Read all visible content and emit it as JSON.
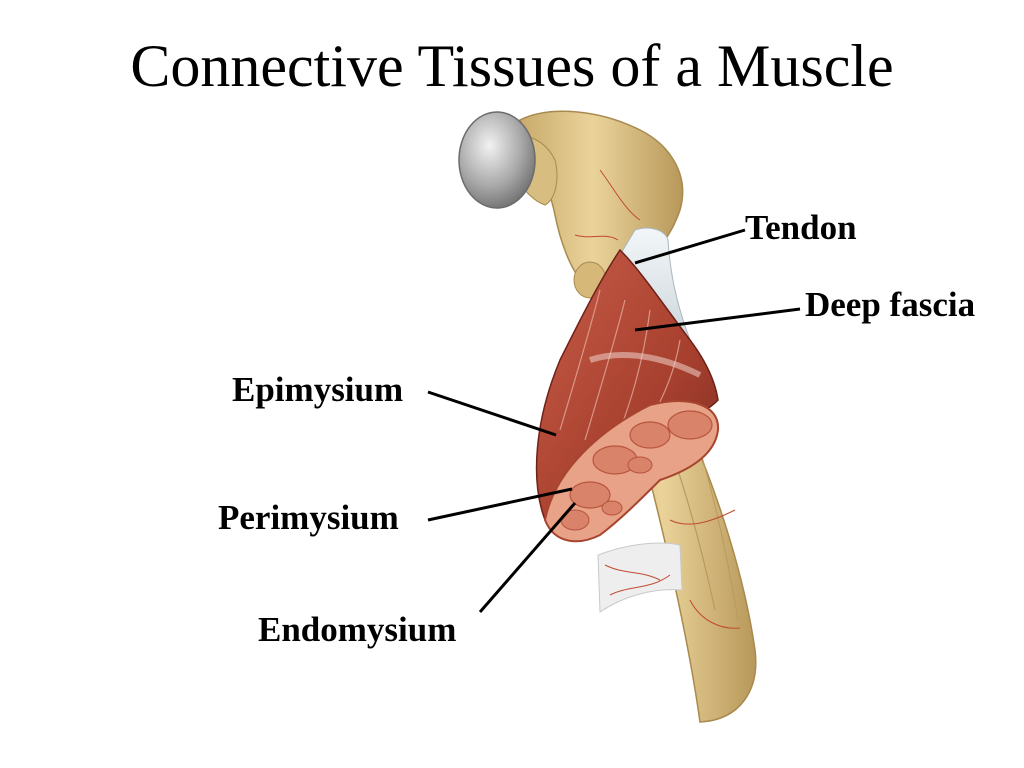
{
  "title": "Connective Tissues of a Muscle",
  "labels": {
    "tendon": "Tendon",
    "deep_fascia": "Deep fascia",
    "epimysium": "Epimysium",
    "perimysium": "Perimysium",
    "endomysium": "Endomysium"
  },
  "colors": {
    "bone": "#e2c98a",
    "bone_shadow": "#b89a5a",
    "joint_cartilage": "#9a9a9a",
    "tendon": "#dfe8ee",
    "muscle": "#b04a3a",
    "muscle_dark": "#7e2c22",
    "cross_section": "#e9a38a",
    "fascicle": "#c96a52",
    "vessel": "#b33a2a",
    "leader_line": "#000000"
  }
}
